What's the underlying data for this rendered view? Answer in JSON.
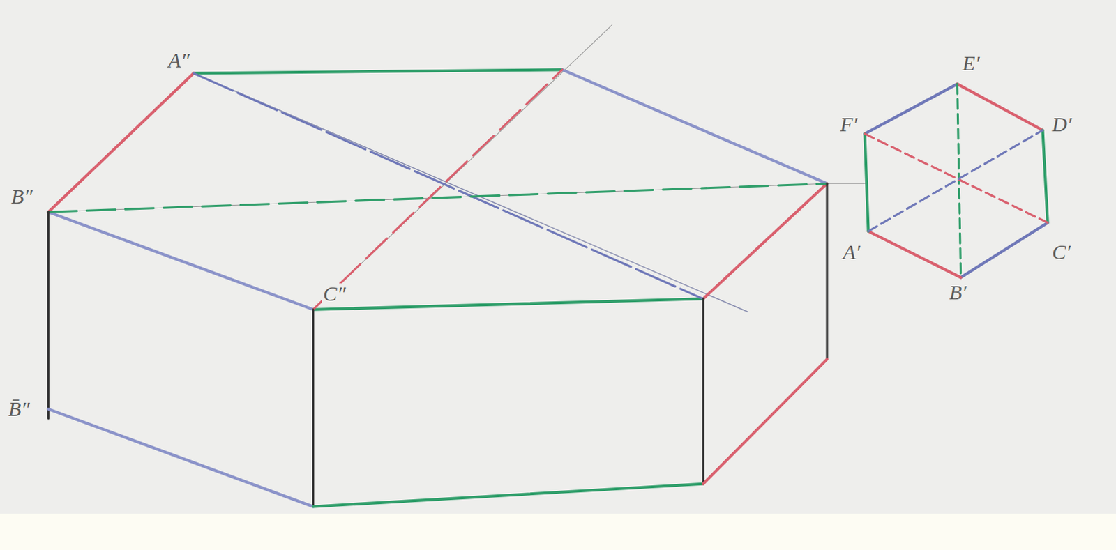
{
  "diagram": {
    "labels": [
      "A″",
      "B″",
      "C″",
      "B̄″",
      "E′",
      "F′",
      "D′",
      "A′",
      "C′",
      "B′"
    ]
  }
}
